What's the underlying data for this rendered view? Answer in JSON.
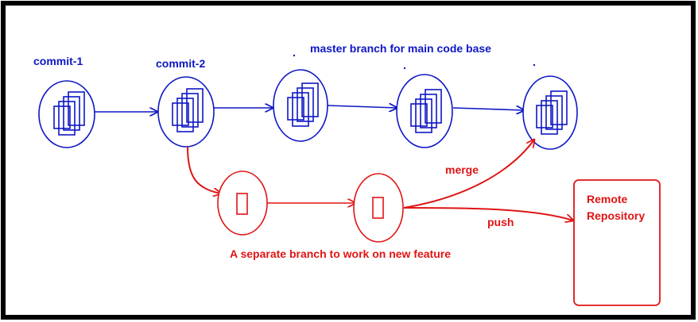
{
  "colors": {
    "master": "#0e17c4",
    "feature": "#e01414",
    "frame": "#000000",
    "background": "#ffffff"
  },
  "labels": {
    "commit_1": "commit-1",
    "commit_2": "commit-2",
    "master_title": "master branch for main code base",
    "merge": "merge",
    "push": "push",
    "feature_caption": "A separate branch to work on new feature",
    "remote_line_1": "Remote",
    "remote_line_2": "Repository"
  },
  "icons": {
    "master_commit": "stacked-documents-icon",
    "feature_commit": "single-document-icon"
  }
}
